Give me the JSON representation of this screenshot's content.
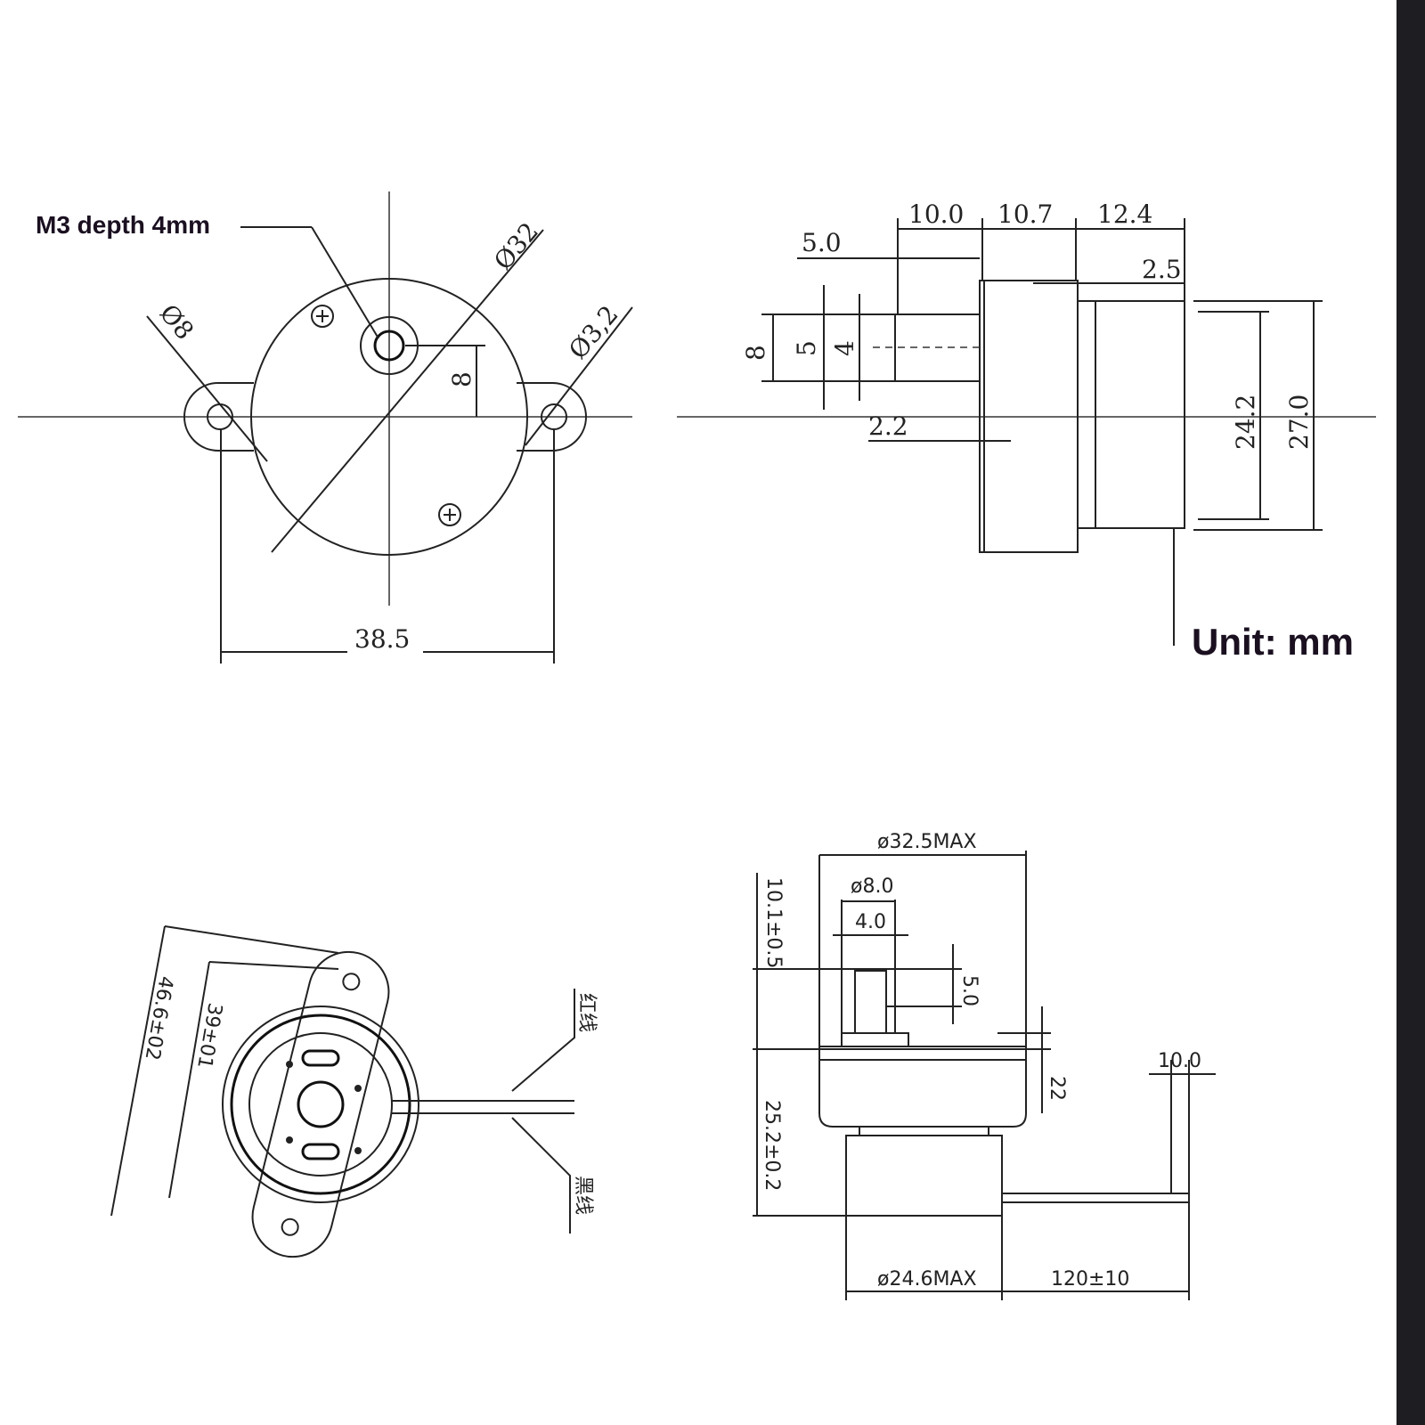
{
  "unit_label": "Unit: mm",
  "front_view": {
    "annotation": "M3 depth 4mm",
    "dia_body": "Ø32",
    "dia_lug": "Ø8",
    "dia_hole": "Ø3,2",
    "offset": "8",
    "hole_span": "38.5"
  },
  "side_view": {
    "d1": "10.0",
    "d2": "10.7",
    "d3": "12.4",
    "shaft_len": "5.0",
    "step": "2.5",
    "shaft_dia": "8",
    "flat1": "5",
    "flat2": "4",
    "flange": "2.2",
    "body_dia": "24.2",
    "outer_dia": "27.0"
  },
  "iso_view": {
    "outer_span": "46.6±02",
    "inner_span": "39±01",
    "wire_red": "红线",
    "wire_black": "黑线"
  },
  "profile_view": {
    "max_dia": "ø32.5MAX",
    "shaft_dia": "ø8.0",
    "flat": "4.0",
    "flat_len": "5.0",
    "shaft_height": "10.1±0.5",
    "flange": "22",
    "body_height": "25.2±0.2",
    "wire_strip": "10.0",
    "base_dia": "ø24.6MAX",
    "wire_len": "120±10"
  }
}
